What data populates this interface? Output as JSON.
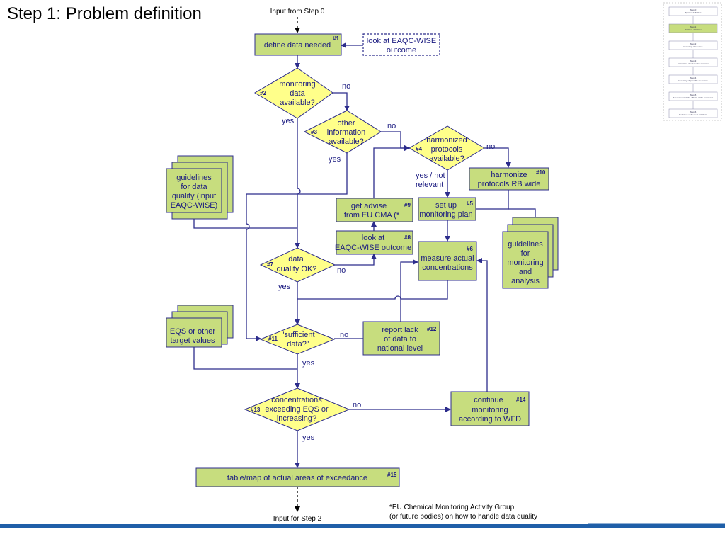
{
  "title": "Step 1: Problem definition",
  "io": {
    "input": "Input from Step 0",
    "output": "Input for Step 2"
  },
  "nodes": {
    "n1": {
      "num": "#1",
      "lines": [
        "define data needed"
      ]
    },
    "wise": {
      "lines": [
        "look at EAQC-WISE",
        "outcome"
      ]
    },
    "n2": {
      "num": "#2",
      "lines": [
        "monitoring",
        "data",
        "available?"
      ]
    },
    "n3": {
      "num": "#3",
      "lines": [
        "other",
        "information",
        "available?"
      ]
    },
    "n4": {
      "num": "#4",
      "lines": [
        "harmonized",
        "protocols",
        "available?"
      ]
    },
    "n5": {
      "num": "#5",
      "lines": [
        "set up",
        "monitoring plan"
      ]
    },
    "n6": {
      "num": "#6",
      "lines": [
        "measure actual",
        "concentrations"
      ]
    },
    "n7": {
      "num": "#7",
      "lines": [
        "data",
        "quality OK?"
      ]
    },
    "n8": {
      "num": "#8",
      "lines": [
        "look at",
        "EAQC-WISE outcome"
      ]
    },
    "n9": {
      "num": "#9",
      "lines": [
        "get advise",
        "from EU CMA (*"
      ]
    },
    "n10": {
      "num": "#10",
      "lines": [
        "harmonize",
        "protocols RB wide"
      ]
    },
    "n11": {
      "num": "#11",
      "lines": [
        "\"sufficient",
        "data?\""
      ]
    },
    "n12": {
      "num": "#12",
      "lines": [
        "report lack",
        "of data to",
        "national level"
      ]
    },
    "n13": {
      "num": "#13",
      "lines": [
        "concentrations",
        "exceeding EQS or",
        "increasing?"
      ]
    },
    "n14": {
      "num": "#14",
      "lines": [
        "continue",
        "monitoring",
        "according to WFD"
      ]
    },
    "n15": {
      "num": "#15",
      "lines": [
        "table/map of actual areas of exceedance"
      ]
    },
    "docA": {
      "lines": [
        "guidelines",
        "for data",
        "quality (input",
        "EAQC-WISE)"
      ]
    },
    "docB": {
      "lines": [
        "guidelines",
        "for",
        "monitoring",
        "and",
        "analysis"
      ]
    },
    "docC": {
      "lines": [
        "EQS or other",
        "target values"
      ]
    }
  },
  "answers": {
    "n2_no": "no",
    "n2_yes": "yes",
    "n3_no": "no",
    "n3_yes": "yes",
    "n4_no": "no",
    "n4_yes": [
      "yes / not",
      "relevant"
    ],
    "n7_no": "no",
    "n7_yes": "yes",
    "n11_no": "no",
    "n11_yes": "yes",
    "n13_no": "no",
    "n13_yes": "yes"
  },
  "footnote": [
    "*EU Chemical Monitoring Activity Group",
    "(or future bodies) on how to handle data quality"
  ],
  "overview": {
    "steps": [
      [
        "Step 0",
        "System definition"
      ],
      [
        "Step 1",
        "Problem definition"
      ],
      [
        "Step 2",
        "Inventory of sources"
      ],
      [
        "Step 3",
        "Estimation of a baseline scenario"
      ],
      [
        "Step 4",
        "Inventory of possible measures"
      ],
      [
        "Step 5",
        "Assessment of the effects of the measures"
      ],
      [
        "Step 6",
        "Selection of the best solutions"
      ]
    ],
    "active_index": 1
  },
  "colors": {
    "box": "#c7dd7e",
    "diamond": "#ffff8a",
    "line": "#2c2c8c",
    "footer_bar": "#1f5fa8"
  }
}
